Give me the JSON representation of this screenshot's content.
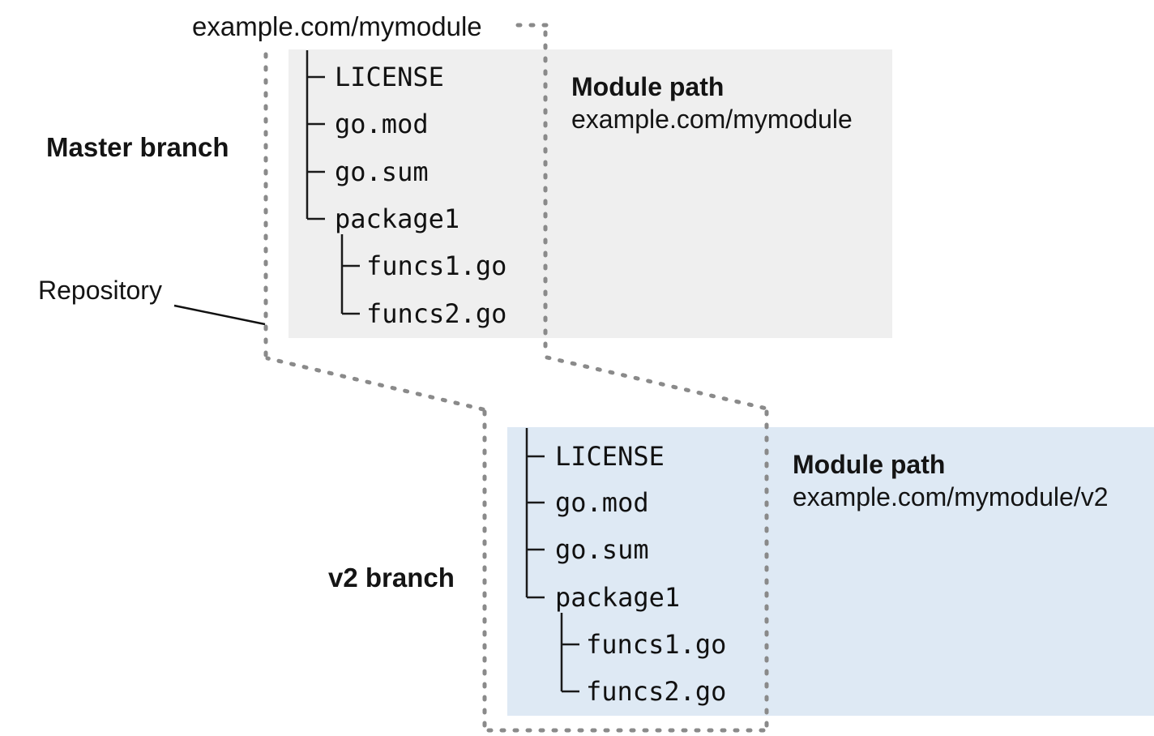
{
  "diagram": {
    "repository_url": "example.com/mymodule",
    "repository_label": "Repository",
    "master_branch": {
      "label": "Master branch",
      "module_path_heading": "Module path",
      "module_path": "example.com/mymodule",
      "tree": [
        "LICENSE",
        "go.mod",
        "go.sum",
        "package1"
      ],
      "package1_children": [
        "funcs1.go",
        "funcs2.go"
      ]
    },
    "v2_branch": {
      "label": "v2 branch",
      "module_path_heading": "Module path",
      "module_path": "example.com/mymodule/v2",
      "tree": [
        "LICENSE",
        "go.mod",
        "go.sum",
        "package1"
      ],
      "package1_children": [
        "funcs1.go",
        "funcs2.go"
      ]
    },
    "colors": {
      "master_box_bg": "#efefef",
      "v2_box_bg": "#dee9f4",
      "dashed_outline": "#8a8a8a",
      "tree_lines": "#1a1a1a",
      "text": "#141414",
      "background": "#ffffff"
    }
  }
}
